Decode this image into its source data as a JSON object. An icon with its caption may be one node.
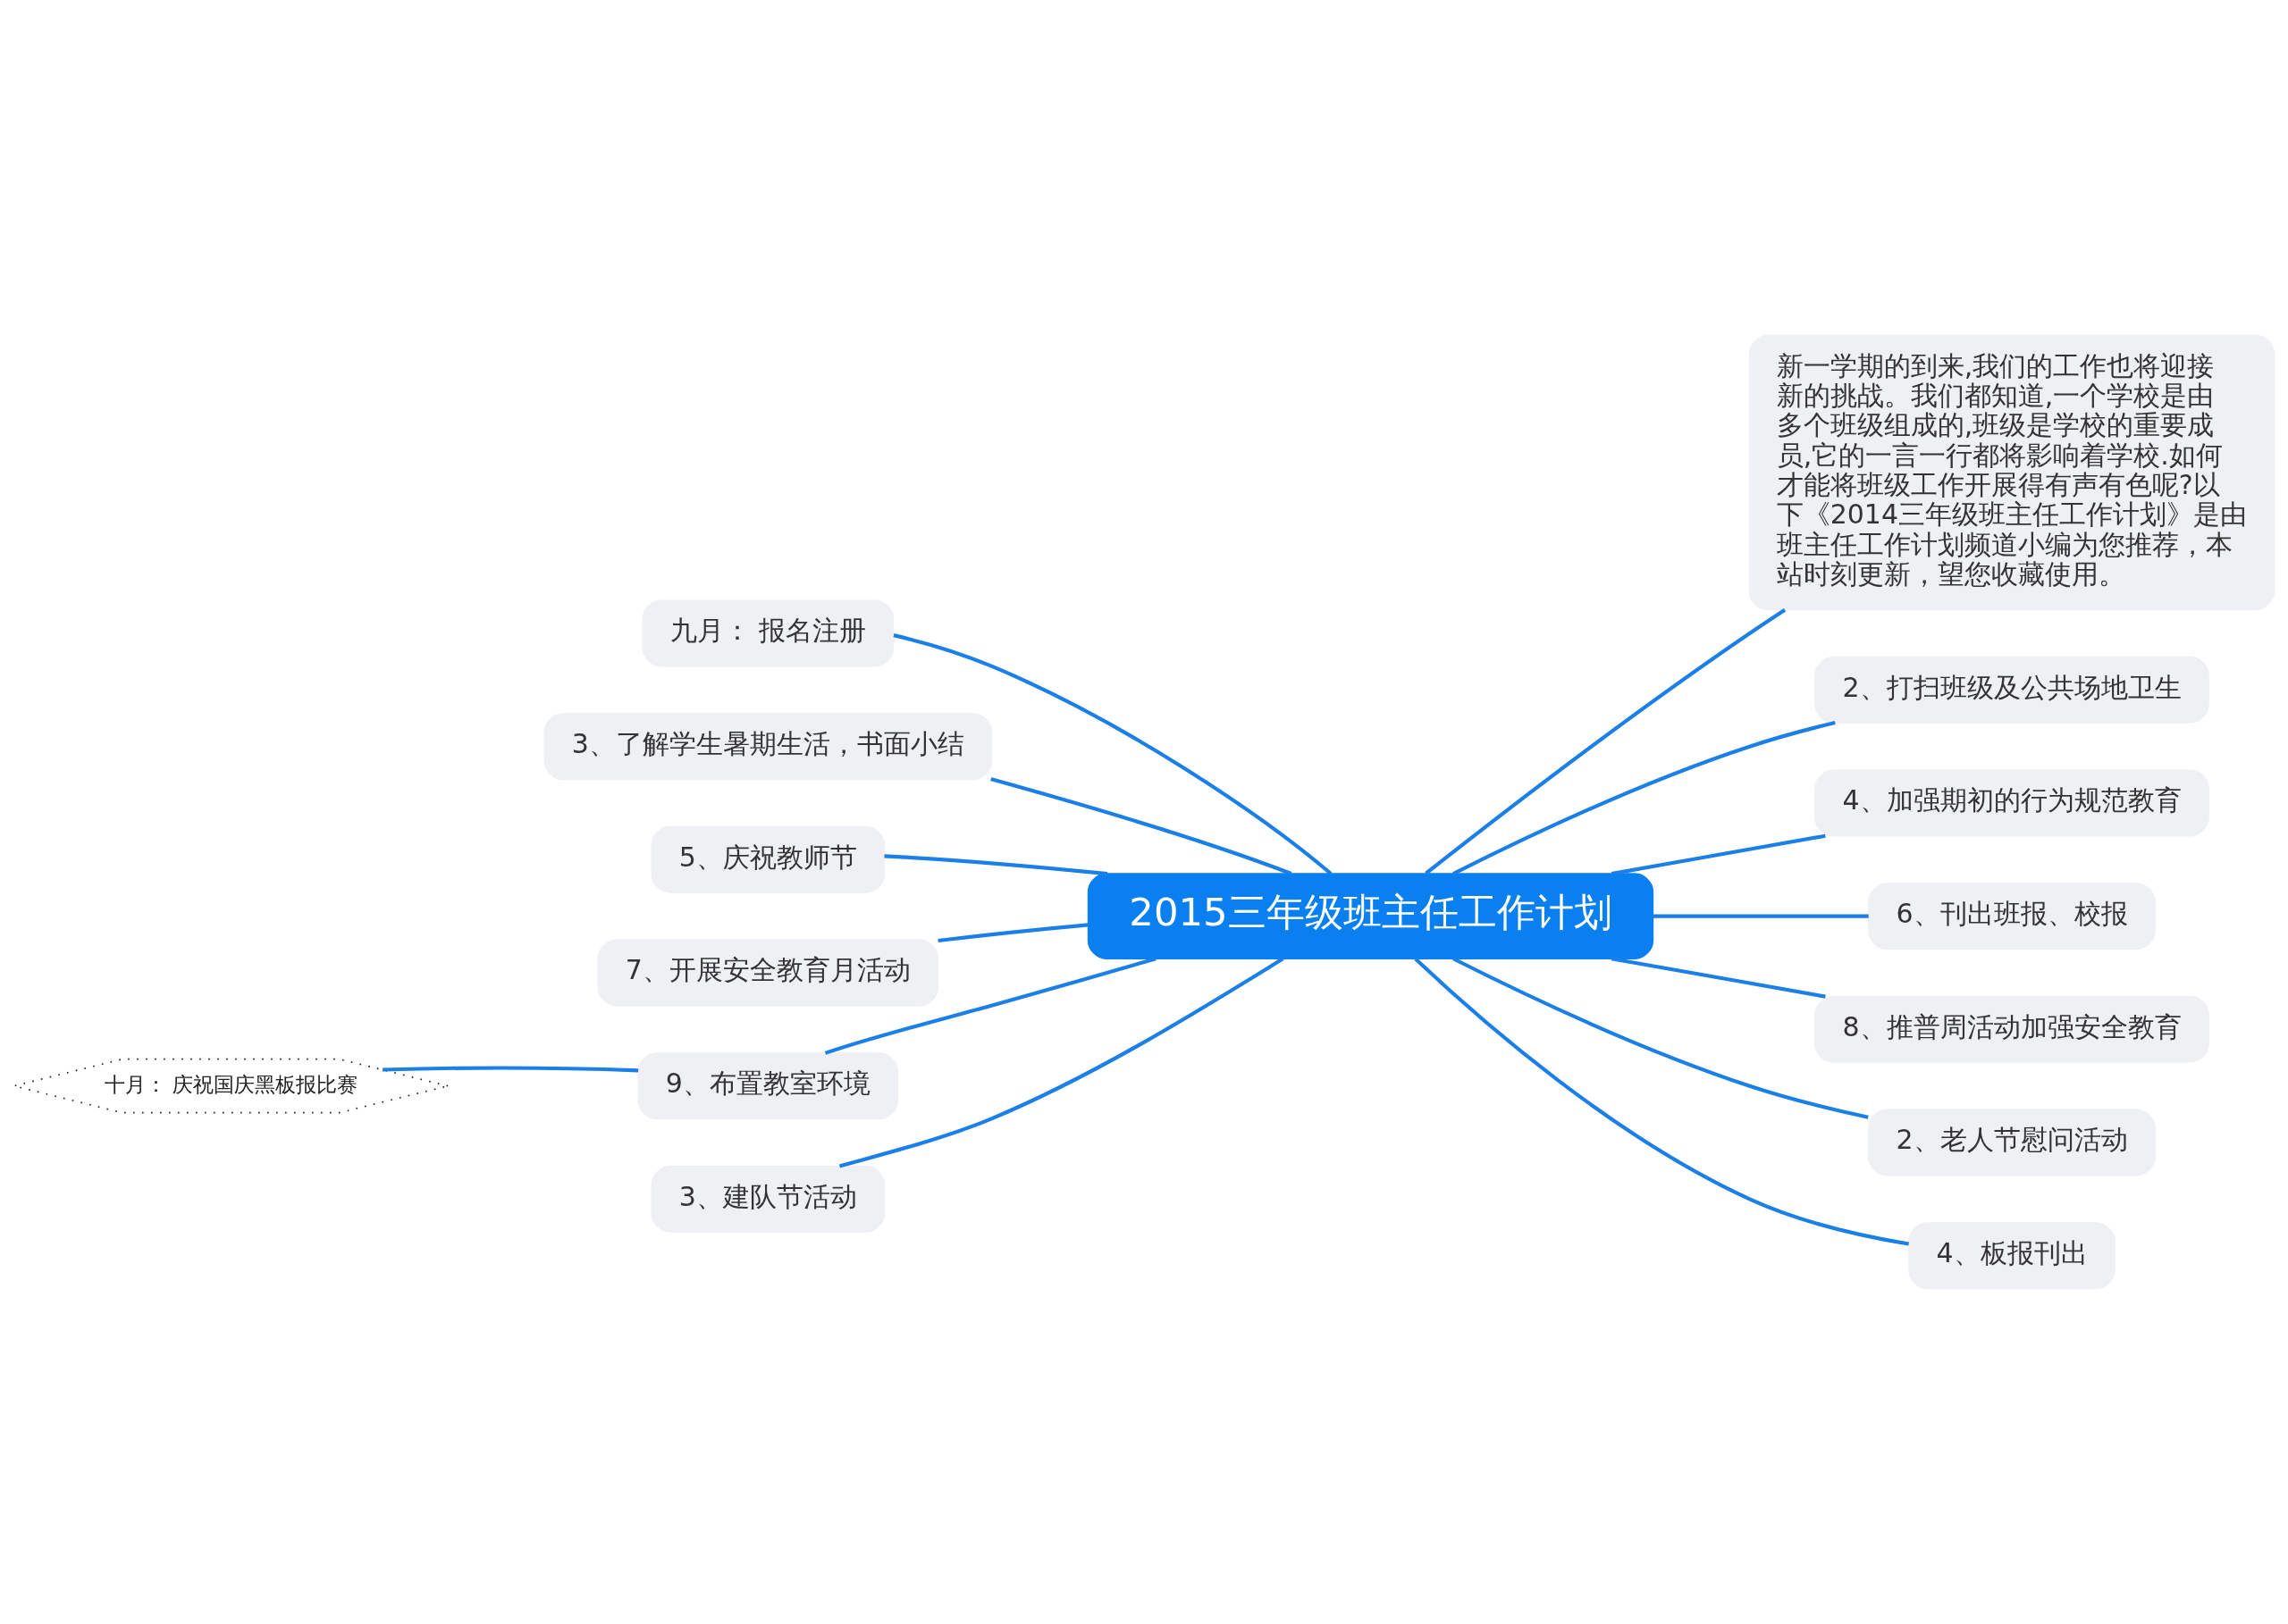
{
  "diagram": {
    "nodes": [
      {
        "text": [
          "2015三年级班主任工作计划"
        ]
      },
      {
        "text": [
          "九月： 报名注册"
        ]
      },
      {
        "text": [
          "3、了解学生暑期生活，书面小结"
        ]
      },
      {
        "text": [
          "5、庆祝教师节"
        ]
      },
      {
        "text": [
          "7、开展安全教育月活动"
        ]
      },
      {
        "text": [
          "9、布置教室环境"
        ]
      },
      {
        "text": [
          "十月： 庆祝国庆黑板报比赛"
        ]
      },
      {
        "text": [
          "3、建队节活动"
        ]
      },
      {
        "text": [
          "新一学期的到来,我们的工作也将迎接新的挑战。我们都知道,一个学校是由多个班级组成的,班级是学校的重要成员,它的一言一行都将影响着学校.如何才能将班级工作开展得有声有色呢?以下《2014三年级班主任工作计划》是由班主任工作计划频道小编为您推荐，本站时刻更新，望您收藏使用。"
        ]
      },
      {
        "text": [
          "2、打扫班级及公共场地卫生"
        ]
      },
      {
        "text": [
          "4、加强期初的行为规范教育"
        ]
      },
      {
        "text": [
          "6、刊出班报、校报"
        ]
      },
      {
        "text": [
          "8、推普周活动加强安全教育"
        ]
      },
      {
        "text": [
          "2、老人节慰问活动"
        ]
      },
      {
        "text": [
          "4、板报刊出"
        ]
      }
    ],
    "edges": [
      {
        "from": 0,
        "to": 1,
        "arrow": "none"
      },
      {
        "from": 0,
        "to": 2,
        "arrow": "none"
      },
      {
        "from": 0,
        "to": 3,
        "arrow": "none"
      },
      {
        "from": 0,
        "to": 4,
        "arrow": "none"
      },
      {
        "from": 0,
        "to": 5,
        "arrow": "none"
      },
      {
        "from": 5,
        "to": 6,
        "arrow": "none"
      },
      {
        "from": 0,
        "to": 7,
        "arrow": "none"
      },
      {
        "from": 0,
        "to": 8,
        "arrow": "none"
      },
      {
        "from": 0,
        "to": 9,
        "arrow": "none"
      },
      {
        "from": 0,
        "to": 10,
        "arrow": "none"
      },
      {
        "from": 0,
        "to": 11,
        "arrow": "none"
      },
      {
        "from": 0,
        "to": 12,
        "arrow": "none"
      },
      {
        "from": 0,
        "to": 13,
        "arrow": "none"
      },
      {
        "from": 0,
        "to": 14,
        "arrow": "none"
      }
    ]
  }
}
